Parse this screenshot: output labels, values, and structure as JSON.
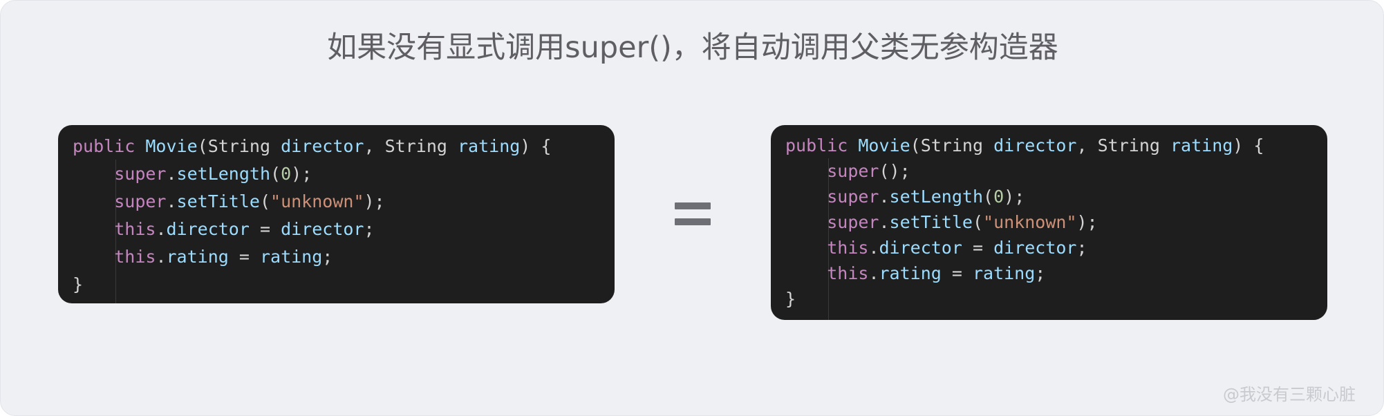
{
  "title": "如果没有显式调用super()，将自动调用父类无参构造器",
  "equals_sign": "=",
  "watermark": "@我没有三颗心脏",
  "colors": {
    "background": "#eef0f4",
    "code_background": "#1e1e1e",
    "keyword": "#c586c0",
    "identifier": "#9cdcfe",
    "text": "#d4d4d4",
    "number": "#b5cea8",
    "string": "#ce9178"
  },
  "left_code": {
    "lines": [
      [
        [
          "keyword",
          "public"
        ],
        [
          "ws",
          " "
        ],
        [
          "fn",
          "Movie"
        ],
        [
          "punct",
          "("
        ],
        [
          "type",
          "String"
        ],
        [
          "ws",
          " "
        ],
        [
          "param",
          "director"
        ],
        [
          "punct",
          ", "
        ],
        [
          "type",
          "String"
        ],
        [
          "ws",
          " "
        ],
        [
          "param",
          "rating"
        ],
        [
          "punct",
          ") {"
        ]
      ],
      [
        [
          "ws",
          "    "
        ],
        [
          "keyword",
          "super"
        ],
        [
          "punct",
          "."
        ],
        [
          "fn",
          "setLength"
        ],
        [
          "punct",
          "("
        ],
        [
          "number",
          "0"
        ],
        [
          "punct",
          ");"
        ]
      ],
      [
        [
          "ws",
          "    "
        ],
        [
          "keyword",
          "super"
        ],
        [
          "punct",
          "."
        ],
        [
          "fn",
          "setTitle"
        ],
        [
          "punct",
          "("
        ],
        [
          "string",
          "\"unknown\""
        ],
        [
          "punct",
          ");"
        ]
      ],
      [
        [
          "ws",
          "    "
        ],
        [
          "keyword",
          "this"
        ],
        [
          "punct",
          "."
        ],
        [
          "ident",
          "director"
        ],
        [
          "punct",
          " = "
        ],
        [
          "ident",
          "director"
        ],
        [
          "punct",
          ";"
        ]
      ],
      [
        [
          "ws",
          "    "
        ],
        [
          "keyword",
          "this"
        ],
        [
          "punct",
          "."
        ],
        [
          "ident",
          "rating"
        ],
        [
          "punct",
          " = "
        ],
        [
          "ident",
          "rating"
        ],
        [
          "punct",
          ";"
        ]
      ],
      [
        [
          "punct",
          "}"
        ]
      ]
    ]
  },
  "right_code": {
    "lines": [
      [
        [
          "keyword",
          "public"
        ],
        [
          "ws",
          " "
        ],
        [
          "fn",
          "Movie"
        ],
        [
          "punct",
          "("
        ],
        [
          "type",
          "String"
        ],
        [
          "ws",
          " "
        ],
        [
          "param",
          "director"
        ],
        [
          "punct",
          ", "
        ],
        [
          "type",
          "String"
        ],
        [
          "ws",
          " "
        ],
        [
          "param",
          "rating"
        ],
        [
          "punct",
          ") {"
        ]
      ],
      [
        [
          "ws",
          "    "
        ],
        [
          "keyword",
          "super"
        ],
        [
          "punct",
          "();"
        ]
      ],
      [
        [
          "ws",
          "    "
        ],
        [
          "keyword",
          "super"
        ],
        [
          "punct",
          "."
        ],
        [
          "fn",
          "setLength"
        ],
        [
          "punct",
          "("
        ],
        [
          "number",
          "0"
        ],
        [
          "punct",
          ");"
        ]
      ],
      [
        [
          "ws",
          "    "
        ],
        [
          "keyword",
          "super"
        ],
        [
          "punct",
          "."
        ],
        [
          "fn",
          "setTitle"
        ],
        [
          "punct",
          "("
        ],
        [
          "string",
          "\"unknown\""
        ],
        [
          "punct",
          ");"
        ]
      ],
      [
        [
          "ws",
          "    "
        ],
        [
          "keyword",
          "this"
        ],
        [
          "punct",
          "."
        ],
        [
          "ident",
          "director"
        ],
        [
          "punct",
          " = "
        ],
        [
          "ident",
          "director"
        ],
        [
          "punct",
          ";"
        ]
      ],
      [
        [
          "ws",
          "    "
        ],
        [
          "keyword",
          "this"
        ],
        [
          "punct",
          "."
        ],
        [
          "ident",
          "rating"
        ],
        [
          "punct",
          " = "
        ],
        [
          "ident",
          "rating"
        ],
        [
          "punct",
          ";"
        ]
      ],
      [
        [
          "punct",
          "}"
        ]
      ]
    ]
  }
}
